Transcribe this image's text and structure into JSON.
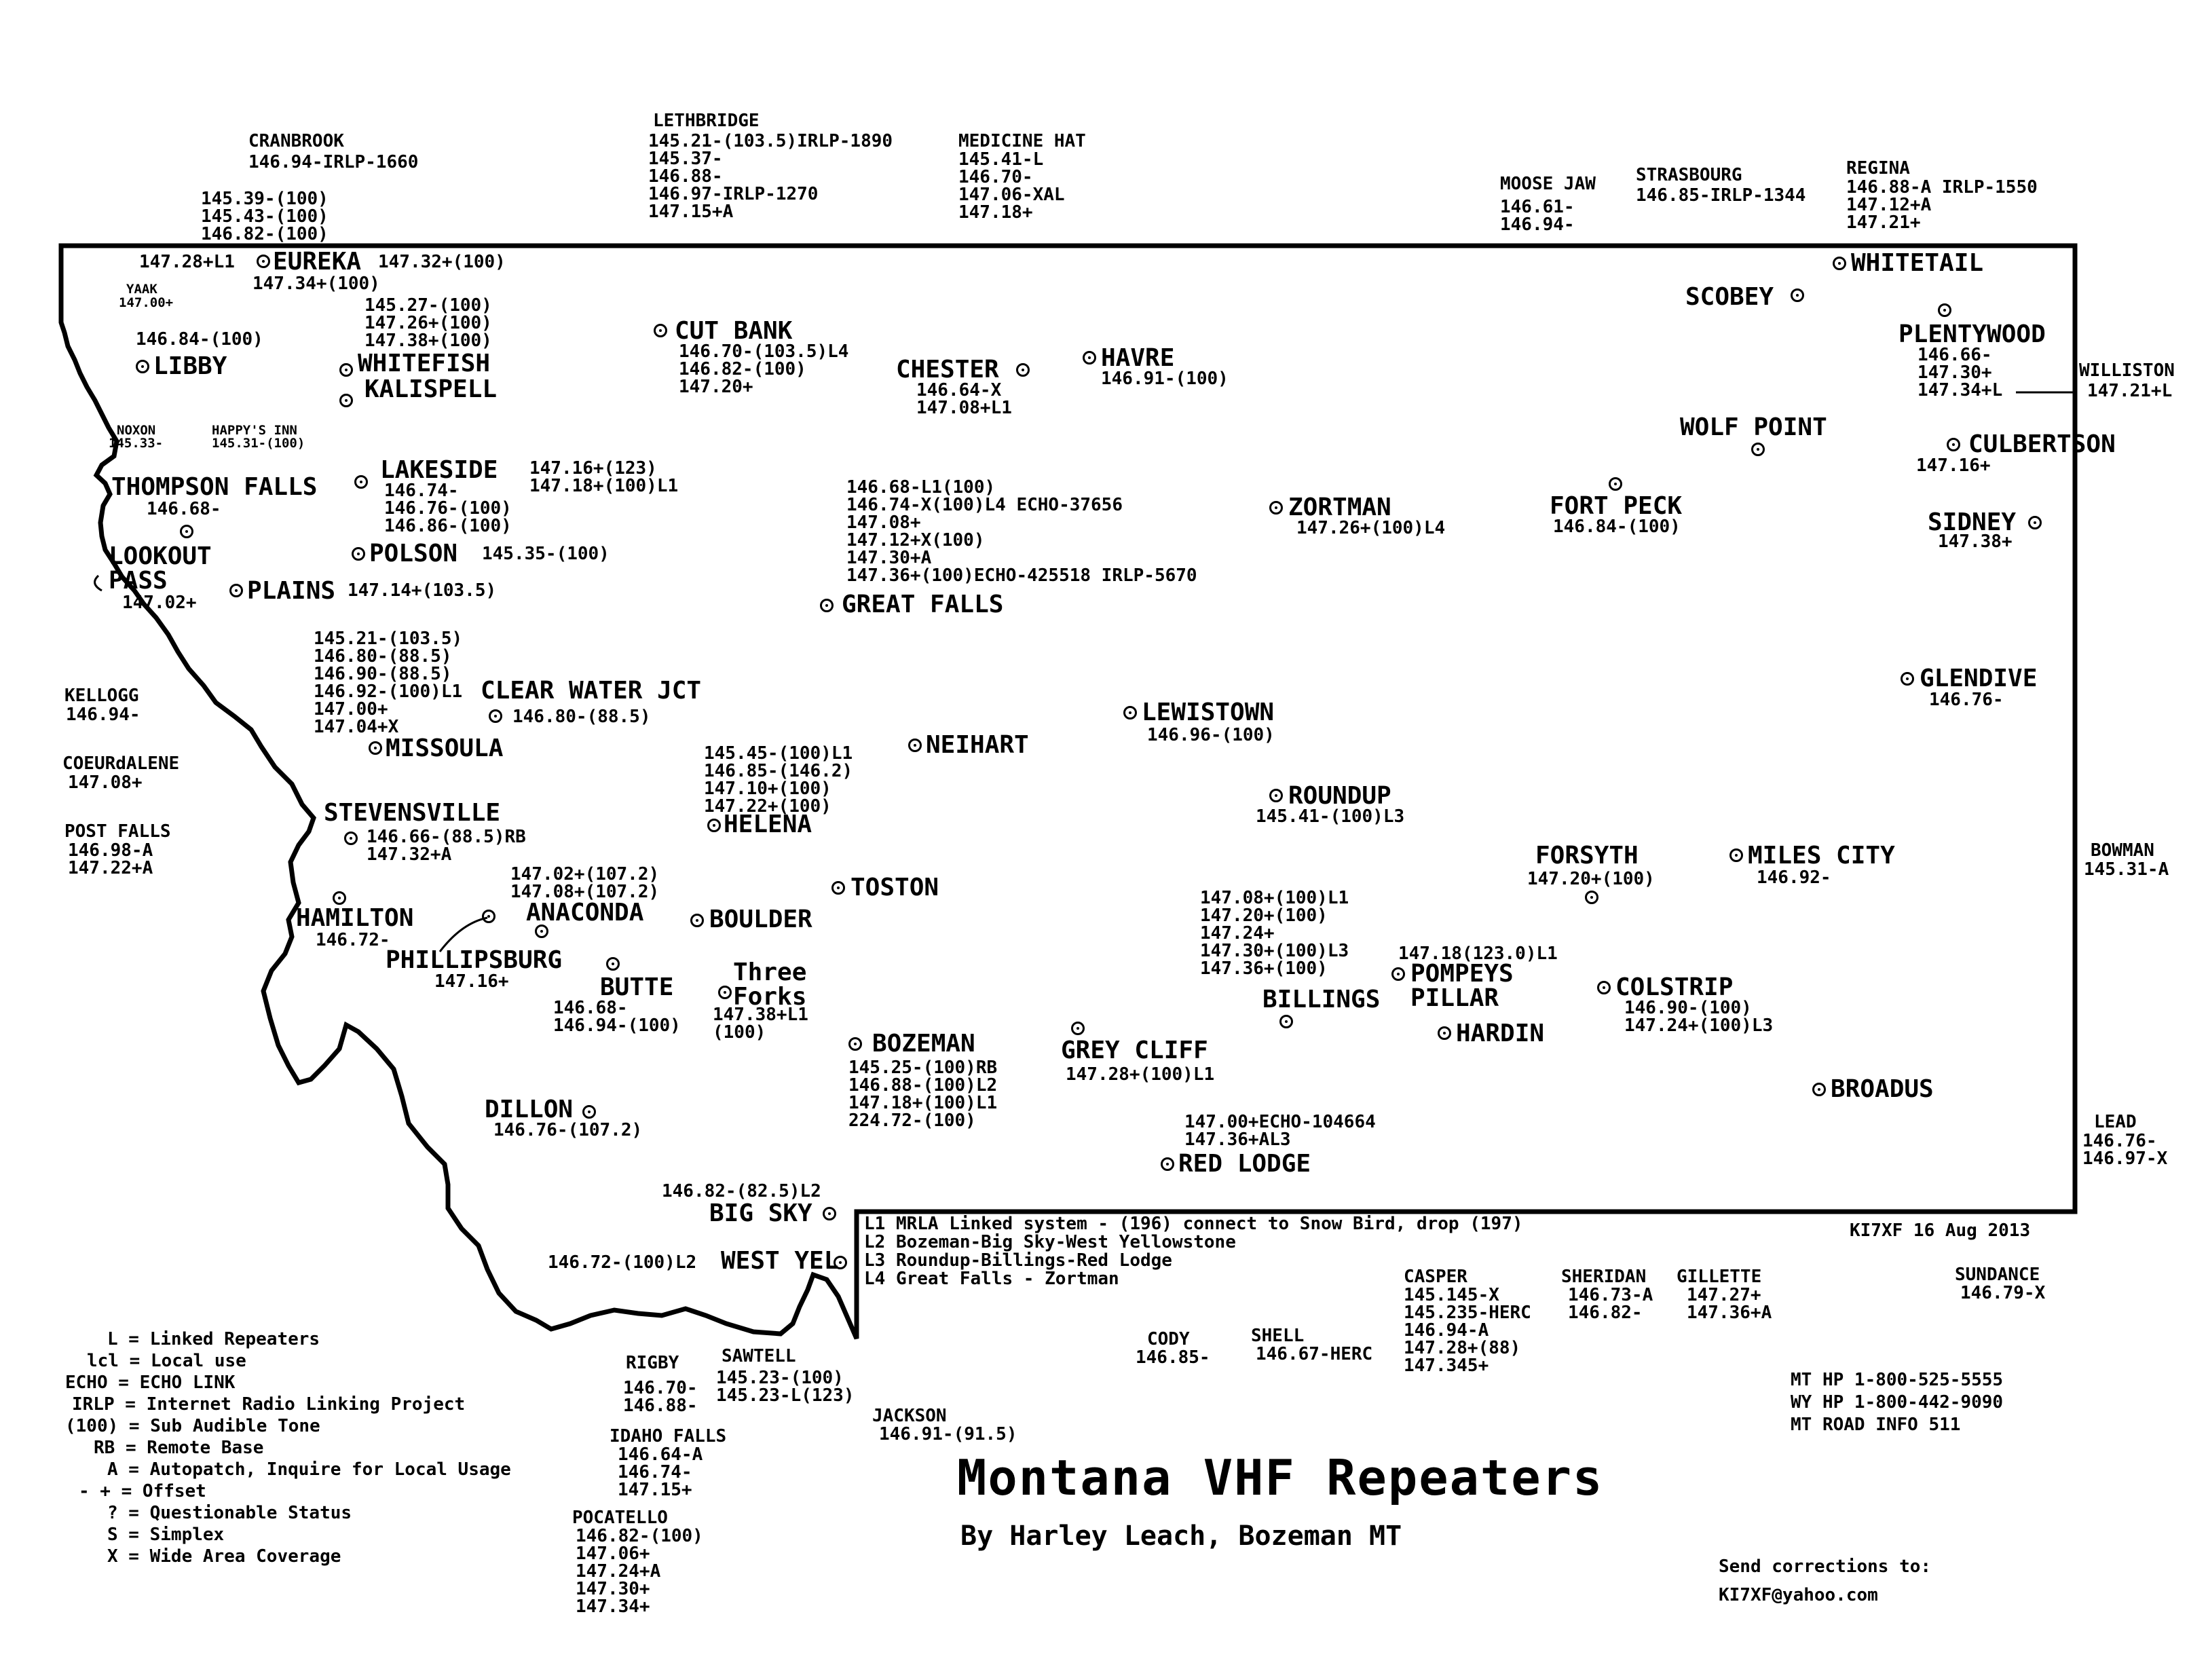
{
  "title": "Montana VHF Repeaters",
  "subtitle": "By Harley Leach, Bozeman MT",
  "credit": "KI7XF 16 Aug 2013",
  "corrections": {
    "label": "Send corrections to:",
    "email": "KI7XF@yahoo.com"
  },
  "phones": [
    "MT HP 1-800-525-5555",
    "WY HP 1-800-442-9090",
    "MT ROAD INFO 511"
  ],
  "link_legend": [
    "L1 MRLA Linked system - (196) connect to Snow Bird, drop (197)",
    "L2 Bozeman-Big Sky-West Yellowstone",
    "L3 Roundup-Billings-Red Lodge",
    "L4 Great Falls - Zortman"
  ],
  "legend": [
    "L = Linked Repeaters",
    "lcl = Local use",
    "ECHO = ECHO LINK",
    "IRLP = Internet Radio Linking Project",
    "(100) = Sub Audible Tone",
    "RB = Remote Base",
    "A = Autopatch, Inquire for Local Usage",
    "- + = Offset",
    "? = Questionable Status",
    "S = Simplex",
    "X = Wide Area Coverage"
  ],
  "cities": {
    "cranbrook": {
      "name": "CRANBROOK",
      "freqs": "146.94-IRLP-1660"
    },
    "cranbrook_b": {
      "freqs": "145.39-(100)\n145.43-(100)\n146.82-(100)"
    },
    "lethbridge": {
      "name": "LETHBRIDGE",
      "freqs": "145.21-(103.5)IRLP-1890\n145.37-\n146.88-\n146.97-IRLP-1270\n147.15+A"
    },
    "medicine_hat": {
      "name": "MEDICINE HAT",
      "freqs": "145.41-L\n146.70-\n147.06-XAL\n147.18+"
    },
    "moose_jaw": {
      "name": "MOOSE JAW",
      "freqs": "146.61-\n146.94-"
    },
    "strasbourg": {
      "name": "STRASBOURG",
      "freqs": "146.85-IRLP-1344"
    },
    "regina": {
      "name": "REGINA",
      "freqs": "146.88-A IRLP-1550\n147.12+A\n147.21+"
    },
    "eureka": {
      "name": "EUREKA",
      "left": "147.28+L1",
      "right": "147.32+(100)",
      "below": "147.34+(100)"
    },
    "yaak": {
      "name": "YAAK",
      "freqs": "147.00+"
    },
    "libby": {
      "name": "LIBBY",
      "freqs": "146.84-(100)"
    },
    "whitefish": {
      "name": "WHITEFISH",
      "freqs": "145.27-(100)\n147.26+(100)\n147.38+(100)"
    },
    "kalispell": {
      "name": "KALISPELL"
    },
    "cut_bank": {
      "name": "CUT BANK",
      "freqs": "146.70-(103.5)L4\n146.82-(100)\n147.20+"
    },
    "chester": {
      "name": "CHESTER",
      "freqs": "146.64-X\n147.08+L1"
    },
    "havre": {
      "name": "HAVRE",
      "freqs": "146.91-(100)"
    },
    "scobey": {
      "name": "SCOBEY"
    },
    "whitetail": {
      "name": "WHITETAIL"
    },
    "plentywood": {
      "name": "PLENTYWOOD",
      "freqs": "146.66-\n147.30+\n147.34+L"
    },
    "williston": {
      "name": "WILLISTON",
      "freqs": "147.21+L"
    },
    "noxon": {
      "name": "NOXON",
      "freqs": "145.33-"
    },
    "happys_inn": {
      "name": "HAPPY'S INN",
      "freqs": "145.31-(100)"
    },
    "wolf_point": {
      "name": "WOLF POINT"
    },
    "culbertson": {
      "name": "CULBERTSON",
      "freqs": "147.16+"
    },
    "lakeside": {
      "name": "LAKESIDE",
      "freqs": "146.74-\n146.76-(100)\n146.86-(100)",
      "right": "147.16+(123)\n147.18+(100)L1"
    },
    "thompson_falls": {
      "name": "THOMPSON FALLS",
      "freqs": "146.68-"
    },
    "great_falls": {
      "name": "GREAT FALLS",
      "freqs": "146.68-L1(100)\n146.74-X(100)L4 ECHO-37656\n147.08+\n147.12+X(100)\n147.30+A\n147.36+(100)ECHO-425518 IRLP-5670"
    },
    "zortman": {
      "name": "ZORTMAN",
      "freqs": "147.26+(100)L4"
    },
    "fort_peck": {
      "name": "FORT PECK",
      "freqs": "146.84-(100)"
    },
    "sidney": {
      "name": "SIDNEY",
      "freqs": "147.38+"
    },
    "lookout_pass": {
      "name": "LOOKOUT\nPASS",
      "freqs": "147.02+"
    },
    "polson": {
      "name": "POLSON",
      "freqs": "145.35-(100)"
    },
    "plains": {
      "name": "PLAINS",
      "freqs": "147.14+(103.5)"
    },
    "kellogg": {
      "name": "KELLOGG",
      "freqs": "146.94-"
    },
    "missoula": {
      "name": "MISSOULA",
      "freqs": "145.21-(103.5)\n146.80-(88.5)\n146.90-(88.5)\n146.92-(100)L1\n147.00+\n147.04+X"
    },
    "clear_water": {
      "name": "CLEAR WATER JCT",
      "freqs": "146.80-(88.5)"
    },
    "glendive": {
      "name": "GLENDIVE",
      "freqs": "146.76-"
    },
    "lewistown": {
      "name": "LEWISTOWN",
      "freqs": "146.96-(100)"
    },
    "neihart": {
      "name": "NEIHART"
    },
    "coeurdalene": {
      "name": "COEURdALENE",
      "freqs": "147.08+"
    },
    "helena": {
      "name": "HELENA",
      "freqs": "145.45-(100)L1\n146.85-(146.2)\n147.10+(100)\n147.22+(100)"
    },
    "roundup": {
      "name": "ROUNDUP",
      "freqs": "145.41-(100)L3"
    },
    "stevensville": {
      "name": "STEVENSVILLE",
      "freqs": "146.66-(88.5)RB\n147.32+A"
    },
    "post_falls": {
      "name": "POST FALLS",
      "freqs": "146.98-A\n147.22+A"
    },
    "forsyth": {
      "name": "FORSYTH",
      "freqs": "147.20+(100)"
    },
    "miles_city": {
      "name": "MILES CITY",
      "freqs": "146.92-"
    },
    "bowman": {
      "name": "BOWMAN",
      "freqs": "145.31-A"
    },
    "toston": {
      "name": "TOSTON"
    },
    "anaconda": {
      "name": "ANACONDA",
      "freqs": "147.02+(107.2)\n147.08+(107.2)"
    },
    "boulder": {
      "name": "BOULDER"
    },
    "hamilton": {
      "name": "HAMILTON",
      "freqs": "146.72-"
    },
    "billings": {
      "name": "BILLINGS",
      "freqs": "147.08+(100)L1\n147.20+(100)\n147.24+\n147.30+(100)L3\n147.36+(100)"
    },
    "philipsburg": {
      "name": "PHILLIPSBURG",
      "freqs": "147.16+"
    },
    "pompeys_pillar": {
      "name": "POMPEYS\nPILLAR",
      "freqs": "147.18(123.0)L1"
    },
    "butte": {
      "name": "BUTTE",
      "freqs": "146.68-\n146.94-(100)"
    },
    "three_forks": {
      "name": "Three\nForks",
      "freqs": "147.38+L1\n(100)"
    },
    "colstrip": {
      "name": "COLSTRIP",
      "freqs": "146.90-(100)\n147.24+(100)L3"
    },
    "hardin": {
      "name": "HARDIN"
    },
    "bozeman": {
      "name": "BOZEMAN",
      "freqs": "145.25-(100)RB\n146.88-(100)L2\n147.18+(100)L1\n224.72-(100)"
    },
    "grey_cliff": {
      "name": "GREY CLIFF",
      "freqs": "147.28+(100)L1"
    },
    "broadus": {
      "name": "BROADUS"
    },
    "dillon": {
      "name": "DILLON",
      "freqs": "146.76-(107.2)"
    },
    "red_lodge": {
      "name": "RED LODGE",
      "freqs": "147.00+ECHO-104664\n147.36+AL3"
    },
    "lead": {
      "name": "LEAD",
      "freqs": "146.76-\n146.97-X"
    },
    "big_sky": {
      "name": "BIG SKY",
      "freqs": "146.82-(82.5)L2"
    },
    "west_yellowstone": {
      "name": "WEST YEL",
      "freqs": "146.72-(100)L2"
    },
    "casper": {
      "name": "CASPER",
      "freqs": "145.145-X\n145.235-HERC\n146.94-A\n147.28+(88)\n147.345+"
    },
    "sheridan": {
      "name": "SHERIDAN",
      "freqs": "146.73-A\n146.82-"
    },
    "gillette": {
      "name": "GILLETTE",
      "freqs": "147.27+\n147.36+A"
    },
    "sundance": {
      "name": "SUNDANCE",
      "freqs": "146.79-X"
    },
    "cody": {
      "name": "CODY",
      "freqs": "146.85-"
    },
    "shell": {
      "name": "SHELL",
      "freqs": "146.67-HERC"
    },
    "rigby": {
      "name": "RIGBY",
      "freqs": "146.70-\n146.88-"
    },
    "sawtell": {
      "name": "SAWTELL",
      "freqs": "145.23-(100)\n145.23-L(123)"
    },
    "jackson": {
      "name": "JACKSON",
      "freqs": "146.91-(91.5)"
    },
    "idaho_falls": {
      "name": "IDAHO FALLS",
      "freqs": "146.64-A\n146.74-\n147.15+"
    },
    "pocatello": {
      "name": "POCATELLO",
      "freqs": "146.82-(100)\n147.06+\n147.24+A\n147.30+\n147.34+"
    }
  }
}
